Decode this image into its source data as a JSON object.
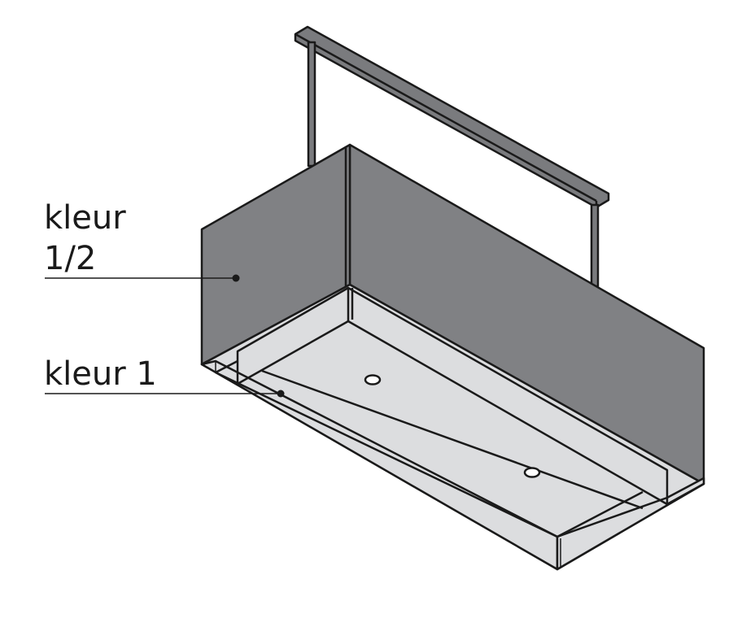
{
  "labels": {
    "upper_line1": "kleur",
    "upper_line2": "1/2",
    "lower": "kleur 1"
  },
  "colors": {
    "dark_panel": "#808184",
    "light_panel": "#dcdddf",
    "stroke": "#1a1a1a",
    "rail": "#7a7b7e"
  }
}
